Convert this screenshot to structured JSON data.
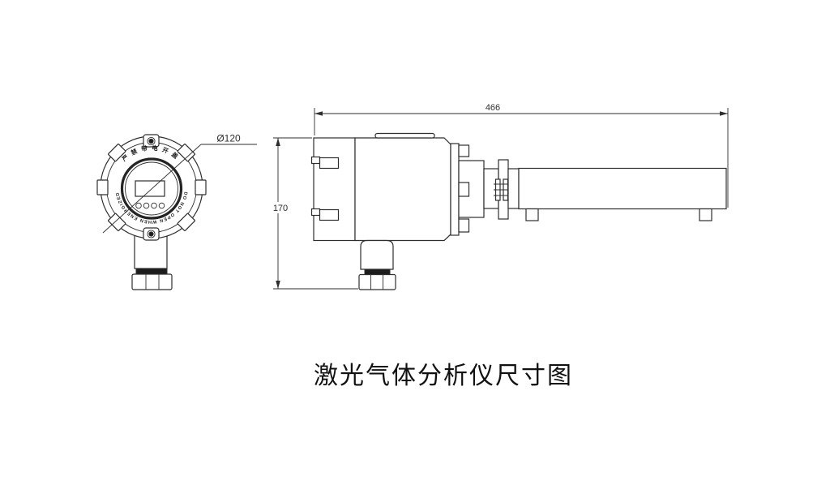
{
  "title": "激光气体分析仪尺寸图",
  "colors": {
    "line": "#2e2e2e",
    "background": "#ffffff",
    "thread_fill": "#1c1c1c"
  },
  "front_view": {
    "diameter_label": "Ø120",
    "warning_text_cn": "严禁带电开盖",
    "warning_text_en": "DO NOT OPEN WHEN ENERGIZED",
    "button_count": 4
  },
  "side_view": {
    "overall_length_label": "466",
    "overall_height_label": "170"
  }
}
